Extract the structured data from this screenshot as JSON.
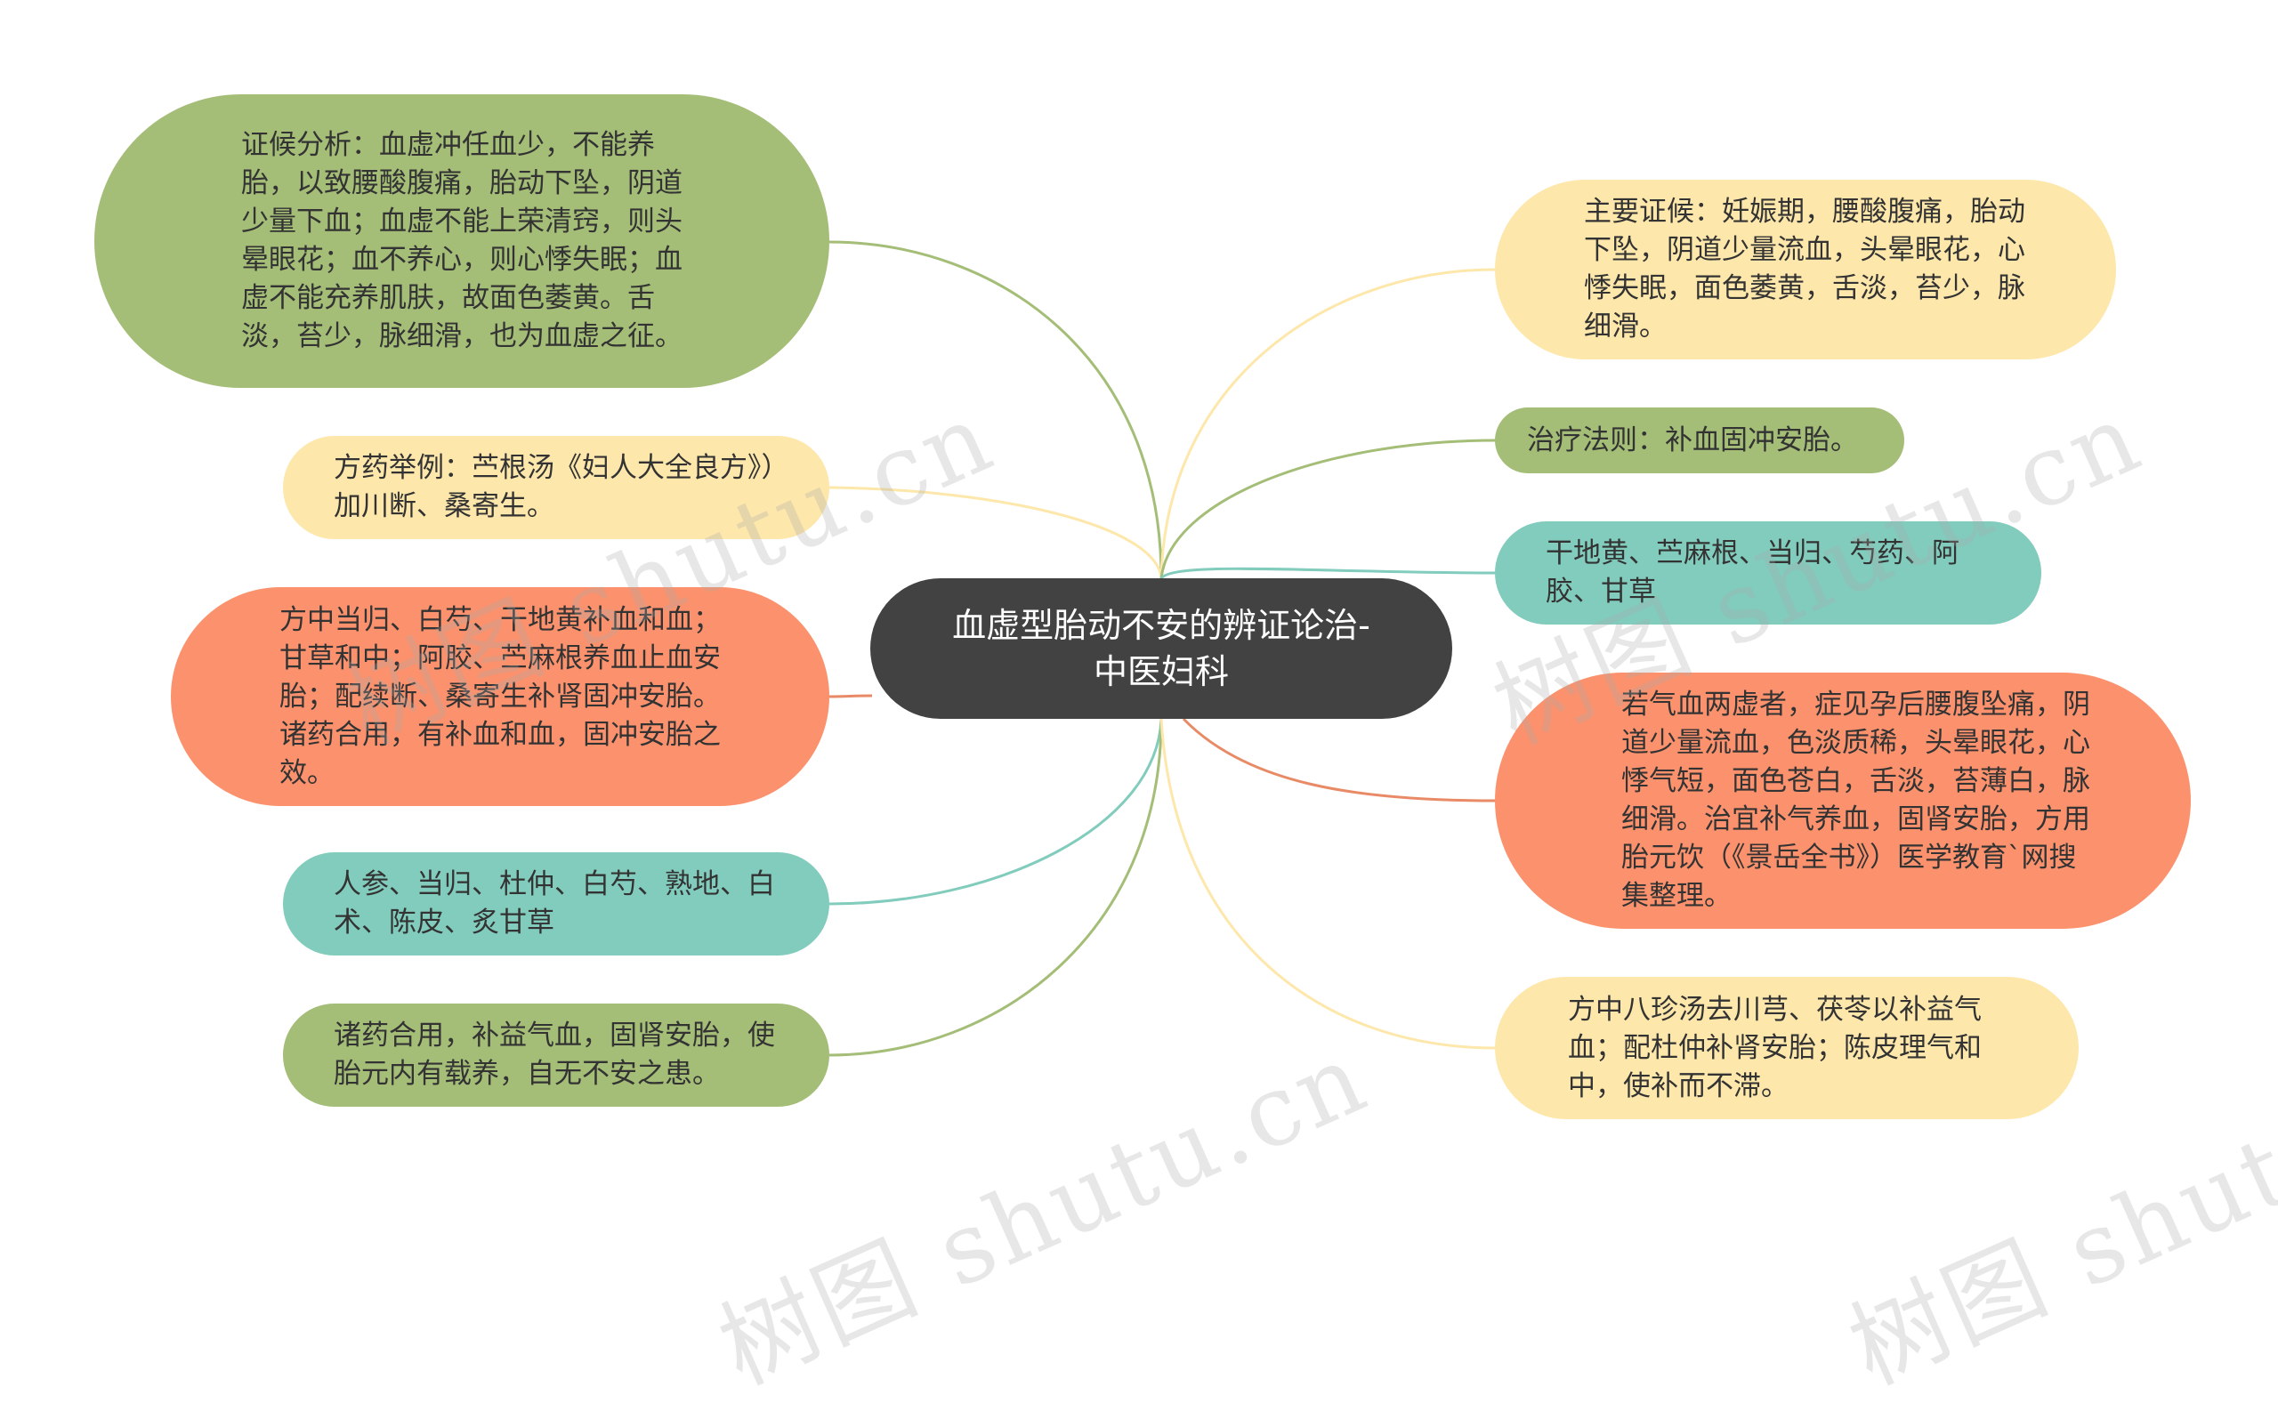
{
  "mindmap": {
    "root": {
      "text": "血虚型胎动不安的辨证论治-中医妇科"
    },
    "branches": [
      {
        "id": "analysis",
        "side": "left",
        "color": "#a4bd77",
        "text": "证候分析：血虚冲任血少，不能养胎，以致腰酸腹痛，胎动下坠，阴道少量下血；血虚不能上荣清窍，则头晕眼花；血不养心，则心悸失眠；血虚不能充养肌肤，故面色萎黄。舌淡，苔少，脉细滑，也为血虚之征。"
      },
      {
        "id": "formula",
        "side": "left",
        "color": "#fde7ab",
        "text": "方药举例：苎根汤《妇人大全良方》）加川断、桑寄生。"
      },
      {
        "id": "explain",
        "side": "left",
        "color": "#fb926d",
        "text": "方中当归、白芍、干地黄补血和血；甘草和中；阿胶、苎麻根养血止血安胎；配续断、桑寄生补肾固冲安胎。诸药合用，有补血和血，固冲安胎之效。"
      },
      {
        "id": "herbs2",
        "side": "left",
        "color": "#82ccbd",
        "text": "人参、当归、杜仲、白芍、熟地、白术、陈皮、炙甘草"
      },
      {
        "id": "effect2",
        "side": "left",
        "color": "#a4bd77",
        "text": "诸药合用，补益气血，固肾安胎，使胎元内有载养，自无不安之患。"
      },
      {
        "id": "symptoms",
        "side": "right",
        "color": "#fde7ab",
        "text": "主要证候：妊娠期，腰酸腹痛，胎动下坠，阴道少量流血，头晕眼花，心悸失眠，面色萎黄，舌淡，苔少，脉细滑。"
      },
      {
        "id": "principle",
        "side": "right",
        "color": "#a4bd77",
        "text": "治疗法则：补血固冲安胎。"
      },
      {
        "id": "herbs1",
        "side": "right",
        "color": "#82ccbd",
        "text": "干地黄、苎麻根、当归、芍药、阿胶、甘草"
      },
      {
        "id": "qi",
        "side": "right",
        "color": "#fb926d",
        "text": "若气血两虚者，症见孕后腰腹坠痛，阴道少量流血，色淡质稀，头晕眼花，心悸气短，面色苍白，舌淡，苔薄白，脉细滑。治宜补气养血，固肾安胎，方用胎元饮（《景岳全书》）医学教育`网搜集整理。"
      },
      {
        "id": "bazhen",
        "side": "right",
        "color": "#fde7ab",
        "text": "方中八珍汤去川芎、茯苓以补益气血；配杜仲补肾安胎；陈皮理气和中，使补而不滞。"
      }
    ],
    "edge_colors": {
      "green": "#a4bd77",
      "yellow": "#fde7ab",
      "salmon": "#e98a66",
      "teal": "#82ccbd"
    }
  },
  "watermark": {
    "text": "树图 shutu.cn"
  }
}
